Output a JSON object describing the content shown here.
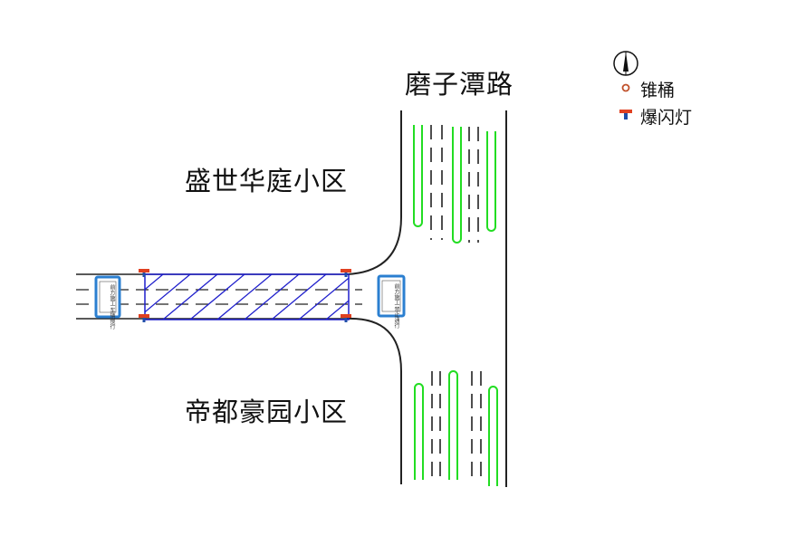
{
  "labels": {
    "main_road": "磨子潭路",
    "north_community": "盛世华庭小区",
    "south_community": "帝都豪园小区"
  },
  "legend": {
    "cone": "锥桶",
    "flash_light": "爆闪灯"
  },
  "signs": {
    "left": "前方施工 车辆慢行",
    "right": "前方施工 禁止通行"
  },
  "colors": {
    "road_line": "#222222",
    "lane_green": "#22dd22",
    "hatch_blue": "#1f1fcc",
    "sign_border": "#2b7fd0",
    "light_red": "#e04020",
    "light_blue": "#1f4ea8",
    "cone": "#c0502a"
  },
  "icons": {
    "north_arrow": "north-arrow-icon",
    "cone": "cone-icon",
    "flash_light": "flash-light-icon",
    "sign": "construction-sign-icon"
  }
}
